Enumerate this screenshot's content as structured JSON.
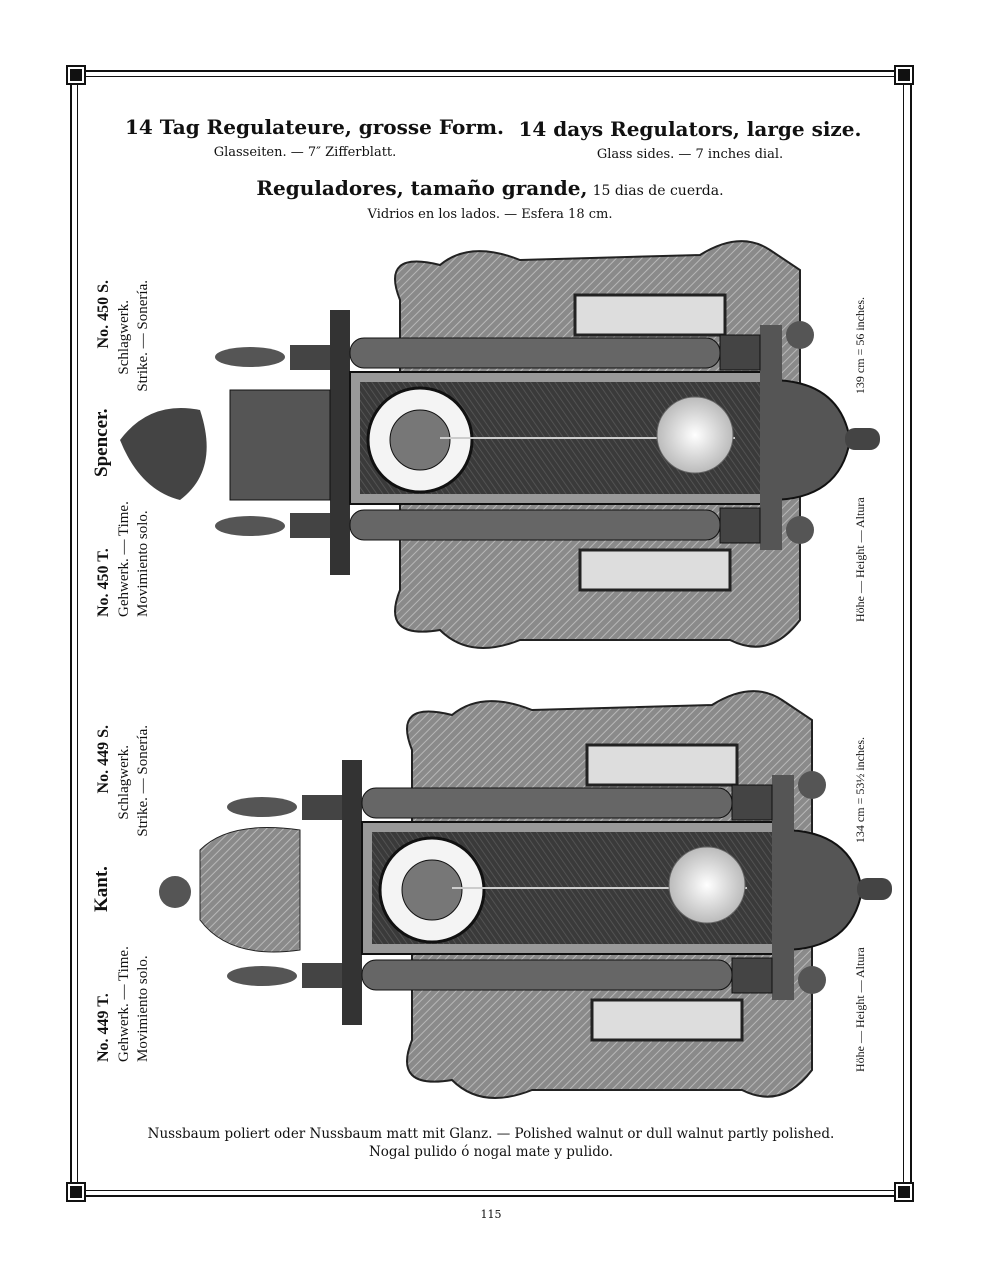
{
  "header": {
    "german_title": "14 Tag Regulateure, grosse Form.",
    "german_sub": "Glasseiten. — 7″ Zifferblatt.",
    "english_title": "14 days Regulators, large size.",
    "english_sub": "Glass sides. — 7 inches dial.",
    "spanish_title": "Reguladores, tamaño grande,",
    "spanish_title_small": "15 dias de cuerda.",
    "spanish_sub": "Vidrios en los lados. — Esfera 18 cm."
  },
  "clocks": [
    {
      "name": "Spencer.",
      "no_time": "No. 450 T.",
      "no_strike": "No. 450 S.",
      "time_label": "Gehwerk. — Time.",
      "time_label_es": "Movimiento solo.",
      "strike_label": "Schlagwerk.",
      "strike_label_es": "Strike. — Sonería.",
      "height_label": "Höhe — Height — Altura",
      "height_value": "139 cm = 56 inches."
    },
    {
      "name": "Kant.",
      "no_time": "No. 449 T.",
      "no_strike": "No. 449 S.",
      "time_label": "Gehwerk. — Time.",
      "time_label_es": "Movimiento solo.",
      "strike_label": "Schlagwerk.",
      "strike_label_es": "Strike. — Sonería.",
      "height_label": "Höhe — Height — Altura",
      "height_value": "134 cm = 53½ inches."
    }
  ],
  "footer": {
    "line1": "Nussbaum poliert oder Nussbaum matt mit Glanz. — Polished walnut or dull walnut partly polished.",
    "line2": "Nogal pulido ó nogal mate y pulido."
  },
  "page_number": "115"
}
